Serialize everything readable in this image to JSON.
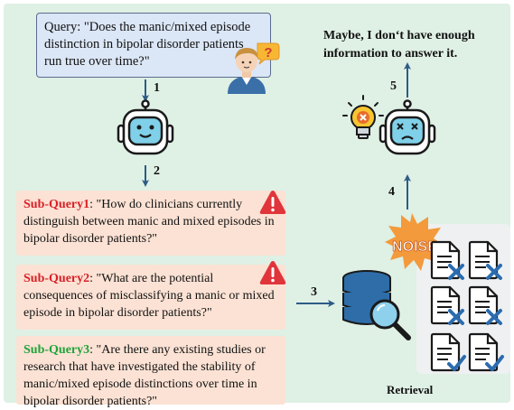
{
  "query": {
    "prefix": "Query: ",
    "text": "\"Does the manic/mixed episode distinction in bipolar disorder patients run true over time?\""
  },
  "steps": [
    "1",
    "2",
    "3",
    "4",
    "5"
  ],
  "sub_queries": [
    {
      "label": "Sub-Query1",
      "text": ": \"How do clinicians currently distinguish between manic and mixed episodes in bipolar disorder patients?\"",
      "color": "#d92027",
      "warning": true
    },
    {
      "label": "Sub-Query2",
      "text": ": \"What are the potential consequences of misclassifying a manic or mixed episode in bipolar disorder patients?\"",
      "color": "#d92027",
      "warning": true
    },
    {
      "label": "Sub-Query3",
      "text": ": \"Are there any existing studies or research that have investigated the stability of manic/mixed episode distinctions over time in bipolar disorder patients?\"",
      "color": "#1fa33b",
      "warning": false
    }
  ],
  "answer": {
    "line1": "Maybe, I don‘t have enough",
    "line2": "information to answer it."
  },
  "noise_label": "NOISE",
  "retrieval_label": "Retrieval",
  "documents": [
    {
      "status": "irrelevant"
    },
    {
      "status": "irrelevant"
    },
    {
      "status": "irrelevant"
    },
    {
      "status": "irrelevant"
    },
    {
      "status": "relevant"
    },
    {
      "status": "relevant"
    }
  ],
  "icons": [
    "robot-icon",
    "confused-robot-icon",
    "user-icon",
    "question-bubble-icon",
    "warning-icon",
    "lightbulb-icon",
    "database-icon",
    "magnifier-icon",
    "document-icon",
    "noise-burst-icon"
  ],
  "colors": {
    "background": "#dff0e5",
    "query_box": "#dbe6f6",
    "subquery_box": "#fbe2d4",
    "arrow": "#2d5b86",
    "warning": "#e0353b",
    "bad_mark": "#2b6cb0",
    "good_mark": "#2b6cb0",
    "noise": "#f39a3c"
  }
}
